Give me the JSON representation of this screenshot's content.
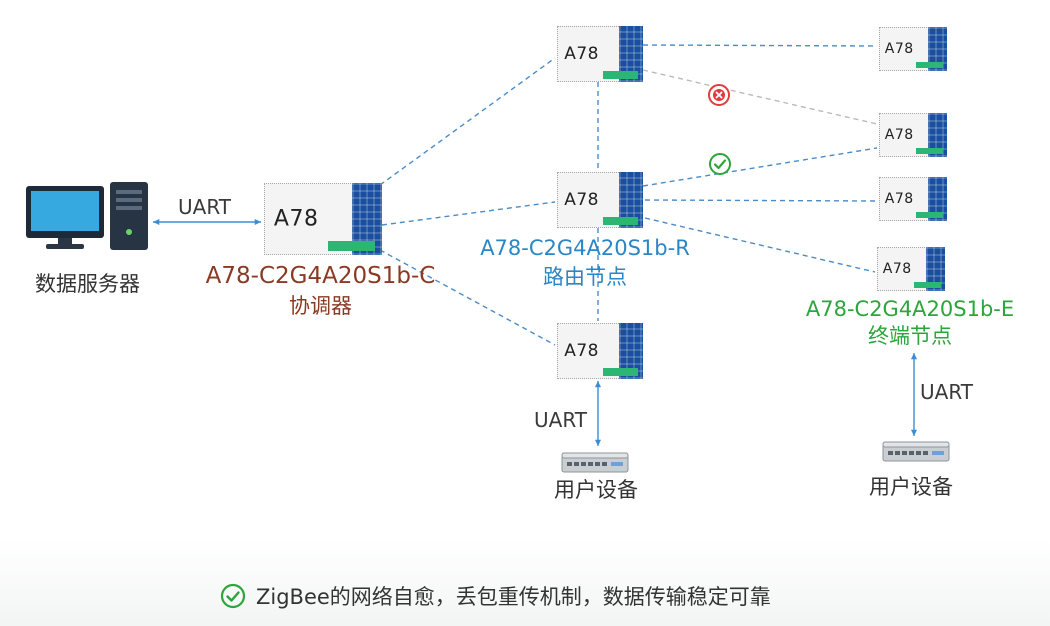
{
  "colors": {
    "coordinator": "#8a3a22",
    "router": "#2b86c5",
    "end_device": "#2ca53a",
    "link": "#4a8cc8",
    "link_broken": "#bbbbbb",
    "fail": "#e03c3c",
    "ok": "#2ca53a",
    "uart_arrow": "#3a8ed8",
    "text": "#333333"
  },
  "server": {
    "label": "数据服务器",
    "icon": "desktop-computer-icon"
  },
  "coordinator": {
    "module_text": "A78",
    "model": "A78-C2G4A20S1b-C",
    "role": "协调器"
  },
  "routers": [
    {
      "module_text": "A78"
    },
    {
      "module_text": "A78",
      "model": "A78-C2G4A20S1b-R",
      "role": "路由节点"
    },
    {
      "module_text": "A78"
    }
  ],
  "end_devices": [
    {
      "module_text": "A78"
    },
    {
      "module_text": "A78"
    },
    {
      "module_text": "A78"
    },
    {
      "module_text": "A78",
      "model": "A78-C2G4A20S1b-E",
      "role": "终端节点"
    }
  ],
  "uart_links": [
    {
      "label": "UART"
    },
    {
      "label": "UART"
    },
    {
      "label": "UART"
    }
  ],
  "user_devices": [
    {
      "label": "用户设备",
      "icon": "network-switch-icon"
    },
    {
      "label": "用户设备",
      "icon": "network-switch-icon"
    }
  ],
  "status_icons": {
    "broken": "x-circle-icon",
    "healed": "check-circle-icon"
  },
  "footer": {
    "icon": "check-circle-icon",
    "text": "ZigBee的网络自愈，丢包重传机制，数据传输稳定可靠"
  }
}
